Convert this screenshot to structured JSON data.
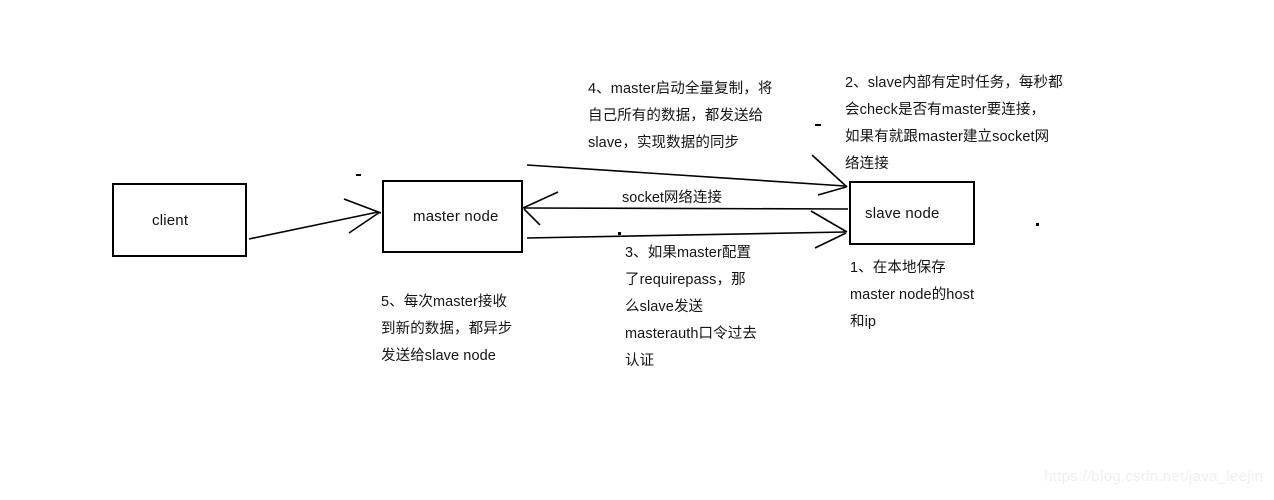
{
  "diagram": {
    "title": "Redis master-slave replication flow",
    "background_color": "#ffffff",
    "stroke_color": "#000000",
    "text_color": "#141414"
  },
  "nodes": [
    {
      "id": "client",
      "label": "client"
    },
    {
      "id": "master-node",
      "label": "master node"
    },
    {
      "id": "slave-node",
      "label": "slave node"
    }
  ],
  "edges": {
    "client_to_master": {
      "label": "",
      "direction": "client -> master node"
    },
    "master_to_slave_top": {
      "label": "",
      "direction": "master node -> slave node"
    },
    "slave_to_master_middle": {
      "label": "socket网络连接",
      "direction": "slave node -> master node"
    },
    "master_to_slave_bottom": {
      "label": "",
      "direction": "master node -> slave node"
    }
  },
  "notes": {
    "step1": "1、在本地保存\nmaster node的host\n和ip",
    "step2": "2、slave内部有定时任务，每秒都\n会check是否有master要连接，\n如果有就跟master建立socket网\n络连接",
    "step3": "3、如果master配置\n了requirepass，那\n么slave发送\nmasterauth口令过去\n认证",
    "step4": "4、master启动全量复制，将\n自己所有的数据，都发送给\nslave，实现数据的同步",
    "step5": "5、每次master接收\n到新的数据，都异步\n发送给slave node"
  },
  "watermark": {
    "text": "https://blog.csdn.net/java_leejin",
    "color": "#efefef"
  }
}
